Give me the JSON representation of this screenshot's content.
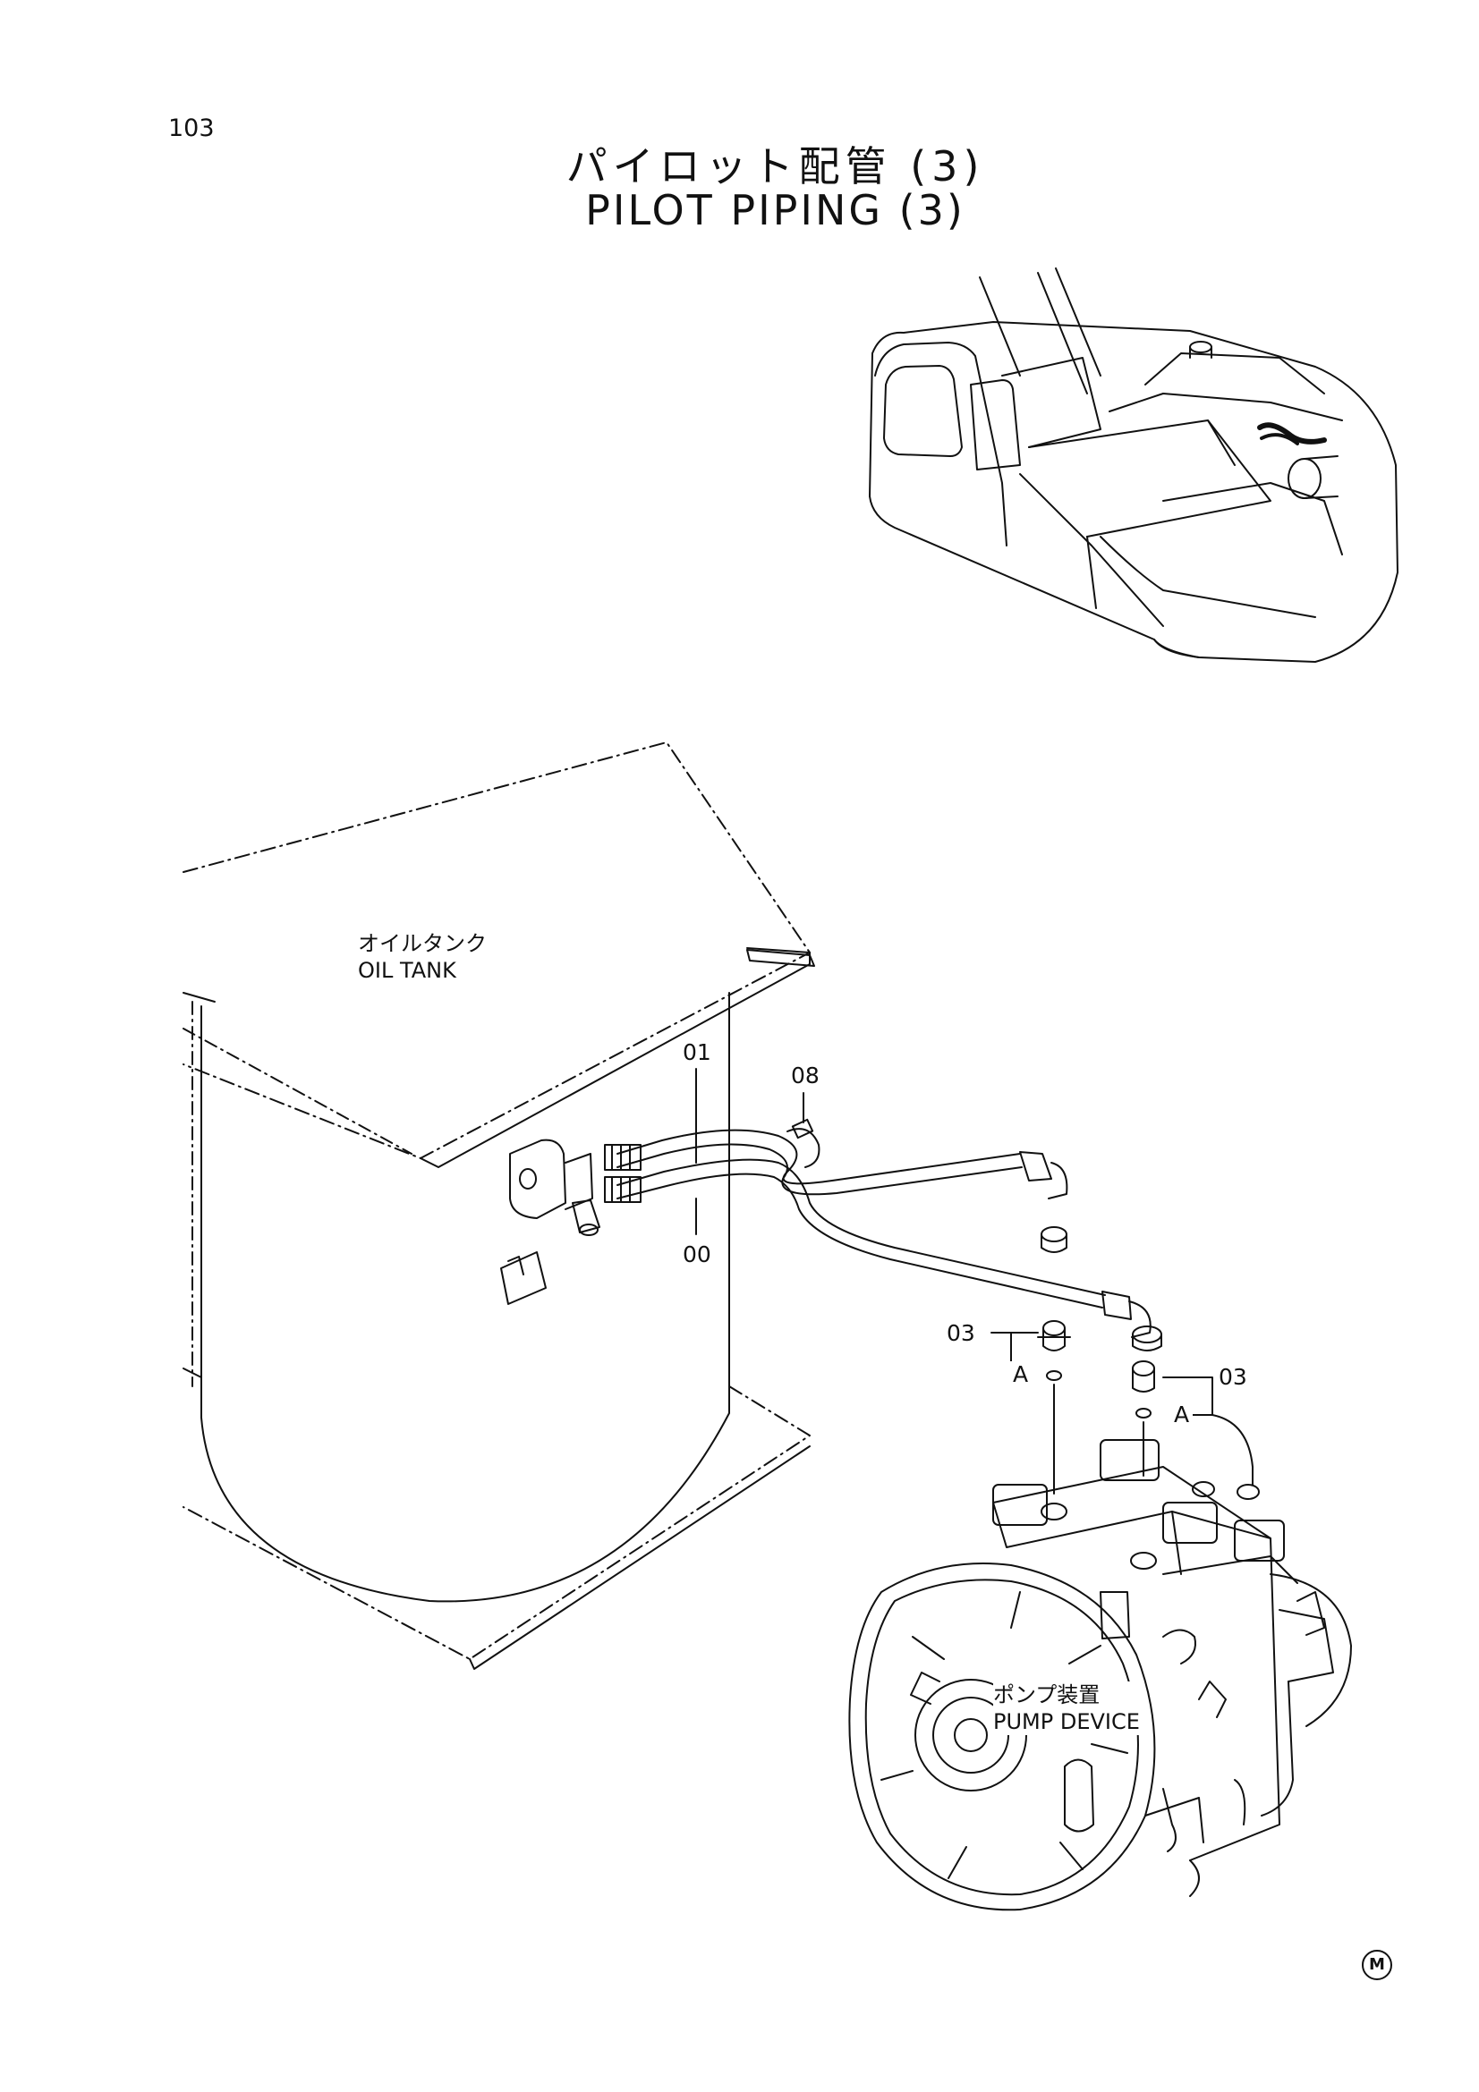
{
  "page_number": "103",
  "title_jp": "パイロット配管 (3)",
  "title_en": "PILOT PIPING (3)",
  "labels": {
    "oil_tank_jp": "オイルタンク",
    "oil_tank_en": "OIL TANK",
    "pump_jp": "ポンプ装置",
    "pump_en": "PUMP DEVICE"
  },
  "callouts": {
    "c01": "01",
    "c00": "00",
    "c08": "08",
    "c03_left": "03",
    "c03_right": "03",
    "a_left": "A",
    "a_right": "A"
  },
  "corner_mark": "M"
}
